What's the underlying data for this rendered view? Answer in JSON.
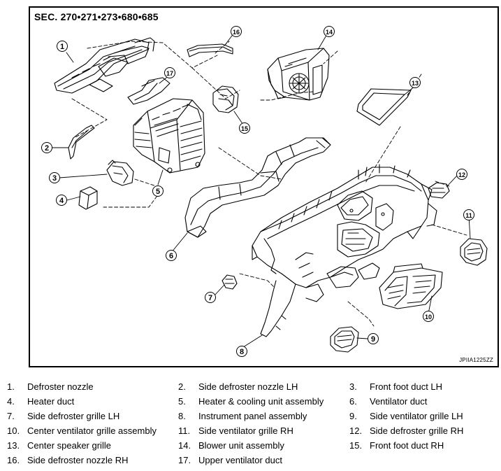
{
  "figure": {
    "section_label": "SEC. 270•271•273•680•685",
    "image_code": "JPIIA1225ZZ",
    "callouts": [
      "1",
      "2",
      "3",
      "4",
      "5",
      "6",
      "7",
      "8",
      "9",
      "10",
      "11",
      "12",
      "13",
      "14",
      "15",
      "16",
      "17"
    ]
  },
  "legend": {
    "items": [
      {
        "num": "1.",
        "label": "Defroster nozzle"
      },
      {
        "num": "2.",
        "label": "Side defroster nozzle LH"
      },
      {
        "num": "3.",
        "label": "Front foot duct LH"
      },
      {
        "num": "4.",
        "label": "Heater duct"
      },
      {
        "num": "5.",
        "label": "Heater & cooling unit assembly"
      },
      {
        "num": "6.",
        "label": "Ventilator duct"
      },
      {
        "num": "7.",
        "label": "Side defroster grille LH"
      },
      {
        "num": "8.",
        "label": "Instrument panel assembly"
      },
      {
        "num": "9.",
        "label": "Side ventilator grille LH"
      },
      {
        "num": "10.",
        "label": "Center ventilator grille assembly"
      },
      {
        "num": "11.",
        "label": "Side ventilator grille RH"
      },
      {
        "num": "12.",
        "label": "Side defroster grille RH"
      },
      {
        "num": "13.",
        "label": "Center speaker grille"
      },
      {
        "num": "14.",
        "label": "Blower unit assembly"
      },
      {
        "num": "15.",
        "label": "Front foot duct RH"
      },
      {
        "num": "16.",
        "label": "Side defroster nozzle RH"
      },
      {
        "num": "17.",
        "label": "Upper ventilator duct"
      }
    ]
  }
}
